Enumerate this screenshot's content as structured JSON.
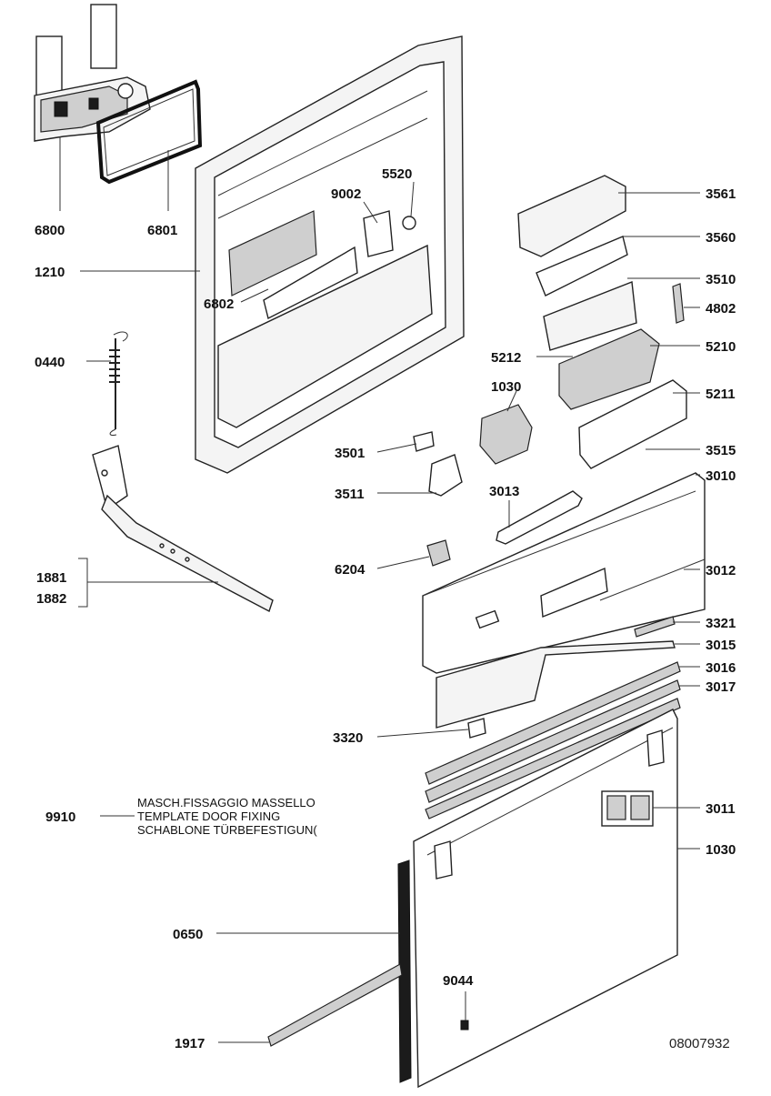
{
  "diagram": {
    "drawing_number": "08007932",
    "note_lines": [
      "MASCH.FISSAGGIO MASSELLO",
      "TEMPLATE DOOR FIXING",
      "SCHABLONE TÜRBEFESTIGUN("
    ],
    "part_labels": {
      "p6800": "6800",
      "p6801": "6801",
      "p1210": "1210",
      "p6802": "6802",
      "p9002": "9002",
      "p5520": "5520",
      "p0440": "0440",
      "p1881": "1881",
      "p1882": "1882",
      "p3561": "3561",
      "p3560": "3560",
      "p3510": "3510",
      "p4802": "4802",
      "p5210": "5210",
      "p5212": "5212",
      "p1030a": "1030",
      "p5211": "5211",
      "p3501": "3501",
      "p3515": "3515",
      "p3010": "3010",
      "p3511": "3511",
      "p3013": "3013",
      "p6204": "6204",
      "p3012": "3012",
      "p3321": "3321",
      "p3015": "3015",
      "p3016": "3016",
      "p3017": "3017",
      "p3320": "3320",
      "p9910": "9910",
      "p3011": "3011",
      "p1030b": "1030",
      "p0650": "0650",
      "p9044": "9044",
      "p1917": "1917"
    }
  }
}
